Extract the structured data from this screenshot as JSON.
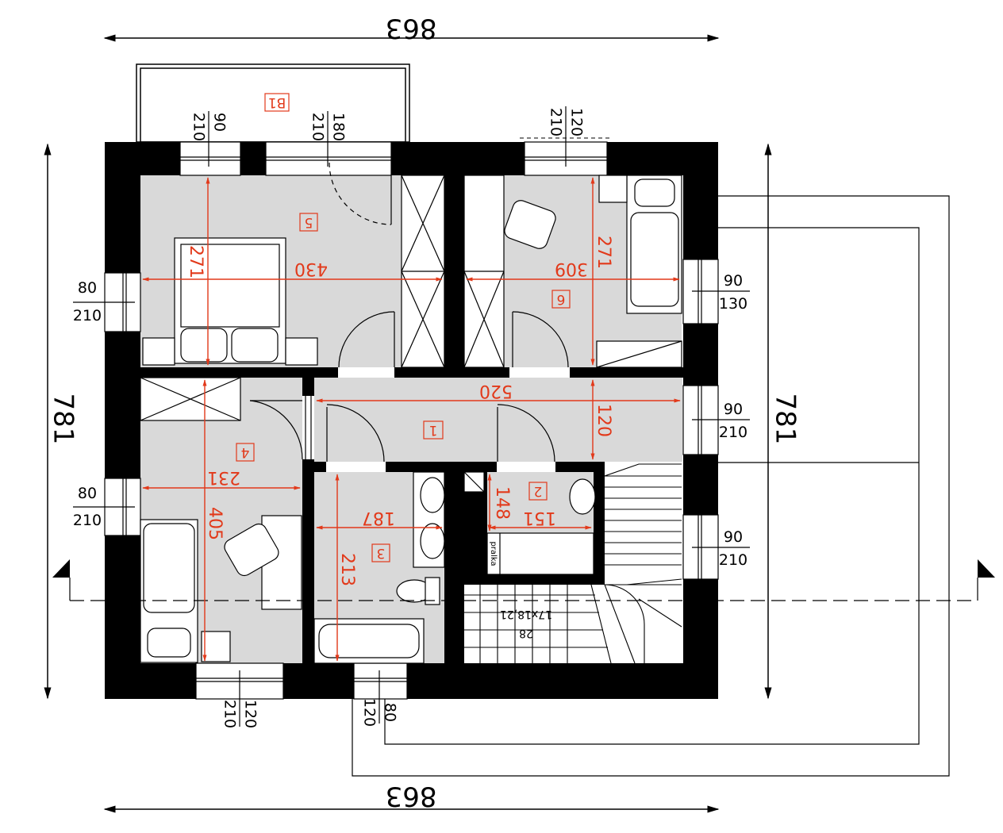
{
  "plan": {
    "overall_dims": {
      "top": "863",
      "bottom": "863",
      "left": "781",
      "right": "781"
    },
    "rooms": [
      {
        "id": "room-1",
        "label": "1",
        "dims": [
          "520",
          "120"
        ]
      },
      {
        "id": "room-2",
        "label": "2",
        "dims": [
          "151",
          "148"
        ]
      },
      {
        "id": "room-3",
        "label": "3",
        "dims": [
          "187",
          "213"
        ]
      },
      {
        "id": "room-4",
        "label": "4",
        "dims": [
          "231",
          "405"
        ]
      },
      {
        "id": "room-5",
        "label": "5",
        "dims": [
          "430",
          "271"
        ]
      },
      {
        "id": "room-6",
        "label": "6",
        "dims": [
          "309",
          "271"
        ]
      }
    ],
    "balcony_label": "B1",
    "windows": [
      {
        "id": "win-top-left",
        "top": "90",
        "bottom": "210"
      },
      {
        "id": "win-top-door",
        "top": "180",
        "bottom": "210"
      },
      {
        "id": "win-top-right",
        "top": "120",
        "bottom": "210"
      },
      {
        "id": "win-left-top",
        "top": "80",
        "bottom": "210"
      },
      {
        "id": "win-left-bottom",
        "top": "80",
        "bottom": "210"
      },
      {
        "id": "win-right-top",
        "top": "90",
        "bottom": "130"
      },
      {
        "id": "win-right-mid",
        "top": "90",
        "bottom": "210"
      },
      {
        "id": "win-right-low",
        "top": "90",
        "bottom": "210"
      },
      {
        "id": "win-bottom-left",
        "top": "120",
        "bottom": "210"
      },
      {
        "id": "win-bottom-mid",
        "top": "80",
        "bottom": "120"
      }
    ],
    "stairs": {
      "line1": "17x18,21",
      "line2": "28"
    },
    "appliance_label": "pralka",
    "colors": {
      "wall": "#000000",
      "floor": "#d9d9d9",
      "dimension": "#e2391a"
    }
  }
}
